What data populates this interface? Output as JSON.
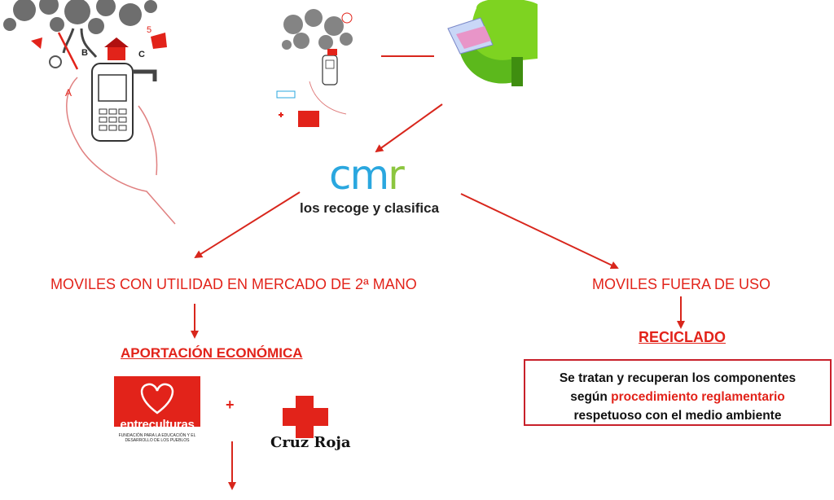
{
  "flow": {
    "cmr_logo": {
      "part1": "cm",
      "part2": "r"
    },
    "cmr_action": "los recoge y clasifica",
    "branch_left": {
      "title": "MOVILES CON UTILIDAD EN MERCADO DE 2ª MANO",
      "result": "APORTACIÓN ECONÓMICA",
      "plus": "+",
      "partner_1": {
        "name": "entreculturas",
        "subtitle": "FUNDACIÓN PARA LA EDUCACIÓN Y EL DESARROLLO DE LOS PUEBLOS"
      },
      "partner_2": {
        "name": "Cruz Roja"
      }
    },
    "branch_right": {
      "title": "MOVILES FUERA DE USO",
      "result": "RECICLADO",
      "description": {
        "line1": "Se tratan y recuperan los componentes",
        "line2_pre": "según ",
        "line2_highlight": "procedimiento reglamentario",
        "line3": "respetuoso con el medio ambiente"
      }
    }
  },
  "colors": {
    "accent_red": "#e2231a",
    "cmr_blue": "#2aa7df",
    "cmr_green": "#8cc63f",
    "mailbox_green": "#7ed321"
  },
  "icons": [
    "tree-phone-illustration",
    "poster-thumbnail",
    "mailbox-icon",
    "heart-icon",
    "red-cross-icon"
  ]
}
